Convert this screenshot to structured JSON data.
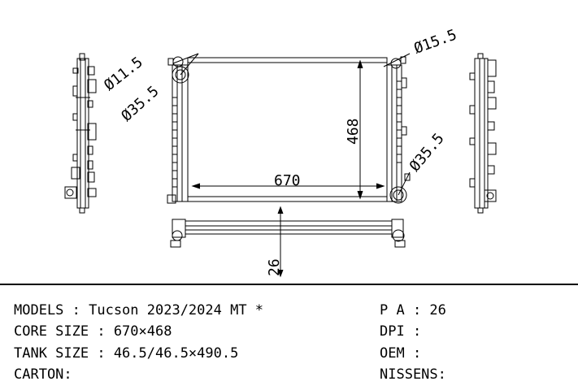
{
  "drawing": {
    "dims": {
      "d_top_left": "Ø11.5",
      "d_mid_left": "Ø35.5",
      "d_top_right": "Ø15.5",
      "d_low_right": "Ø35.5",
      "height": "468",
      "width": "670",
      "thickness": "26"
    }
  },
  "specs": {
    "models": "MODELS : Tucson 2023/2024 MT *",
    "core_size": "CORE SIZE : 670×468",
    "tank_size": "TANK SIZE : 46.5/46.5×490.5",
    "carton": "CARTON:",
    "pa": "P A : 26",
    "dpi": "DPI :",
    "oem": "OEM :",
    "nissens": "NISSENS:"
  }
}
